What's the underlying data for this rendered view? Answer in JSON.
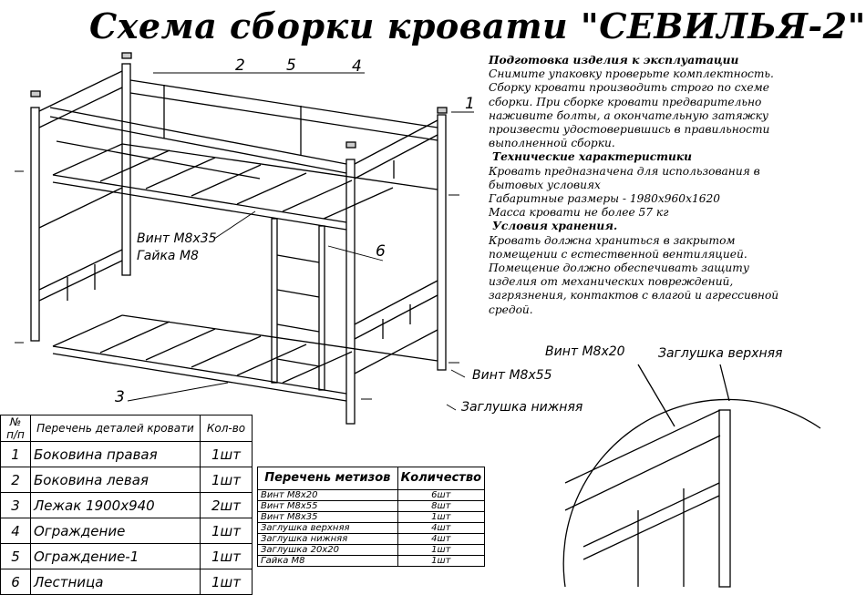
{
  "title": "Схема сборки кровати \"СЕВИЛЬЯ-2\"",
  "info": {
    "prep_heading": "Подготовка изделия к эксплуатации",
    "prep_lines": [
      "Снимите упаковку проверьте комплектность.",
      "Сборку кровати производить строго по схеме",
      "сборки. При сборке кровати  предварительно",
      "наживите  болты, а окончательную затяжку",
      "произвести удостоверившись в правильности",
      "выполненной сборки."
    ],
    "tech_heading": "Технические характеристики",
    "tech_lines": [
      "Кровать предназначена для использования в",
      "бытовых условиях",
      "Габаритные размеры - 1980х960х1620",
      "Масса кровати не более 57 кг"
    ],
    "storage_heading": "Условия хранения.",
    "storage_lines": [
      "Кровать должна храниться в закрытом",
      "помещении с естественной вентиляцией.",
      "Помещение должно обеспечивать защиту",
      "изделия от механических повреждений,",
      "загрязнения, контактов с влагой и агрессивной",
      "средой."
    ]
  },
  "callouts": {
    "n1": "1",
    "n2": "2",
    "n3": "3",
    "n4": "4",
    "n5": "5",
    "n6": "6",
    "screw_m8x35": "Винт М8х35",
    "nut_m8": "Гайка М8",
    "screw_m8x55": "Винт М8х55",
    "cap_bottom": "Заглушка нижняя",
    "screw_m8x20": "Винт М8х20",
    "cap_top": "Заглушка верхняя"
  },
  "parts_table": {
    "headers": [
      "№ п/п",
      "Перечень деталей кровати",
      "Кол-во"
    ],
    "rows": [
      [
        "1",
        "Боковина правая",
        "1шт"
      ],
      [
        "2",
        "Боковина левая",
        "1шт"
      ],
      [
        "3",
        "Лежак 1900х940",
        "2шт"
      ],
      [
        "4",
        "Ограждение",
        "1шт"
      ],
      [
        "5",
        "Ограждение-1",
        "1шт"
      ],
      [
        "6",
        "Лестница",
        "1шт"
      ]
    ]
  },
  "hardware_table": {
    "headers": [
      "Перечень метизов",
      "Количество"
    ],
    "rows": [
      [
        "Винт М8х20",
        "6шт"
      ],
      [
        "Винт М8х55",
        "8шт"
      ],
      [
        "Винт М8х35",
        "1шт"
      ],
      [
        "Заглушка верхняя",
        "4шт"
      ],
      [
        "Заглушка нижняя",
        "4шт"
      ],
      [
        "Заглушка 20х20",
        "1шт"
      ],
      [
        "Гайка М8",
        "1шт"
      ]
    ]
  }
}
